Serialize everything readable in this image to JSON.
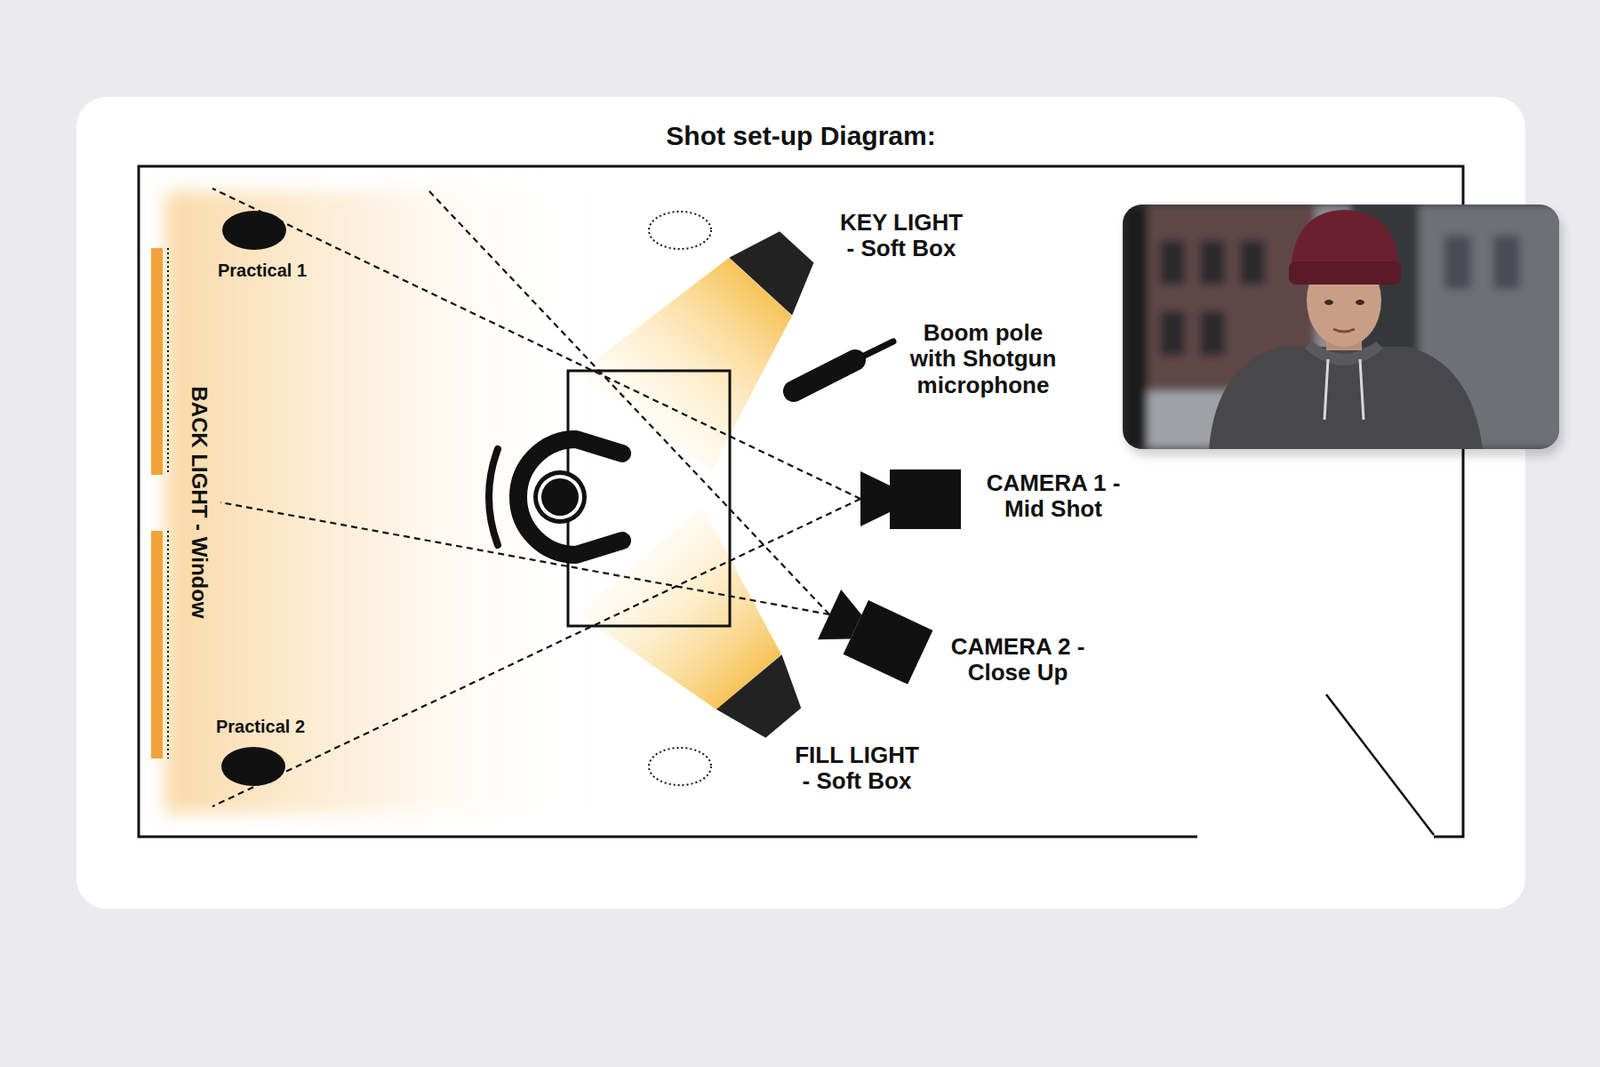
{
  "diagram": {
    "title": "Shot set-up Diagram:",
    "nodes": [
      {
        "text": [
          "Practical 1"
        ]
      },
      {
        "text": [
          "KEY LIGHT - Soft Box"
        ]
      },
      {
        "text": [
          "Boom pole with Shotgun microphone"
        ]
      },
      {
        "text": [
          "CAMERA 1 - Mid Shot"
        ]
      },
      {
        "text": [
          "CAMERA 2 - Close Up"
        ]
      },
      {
        "text": [
          "Practical 2"
        ]
      },
      {
        "text": [
          "FILL LIGHT - Soft Box"
        ]
      }
    ],
    "labels": [
      "BACK LIGHT - Window"
    ]
  }
}
